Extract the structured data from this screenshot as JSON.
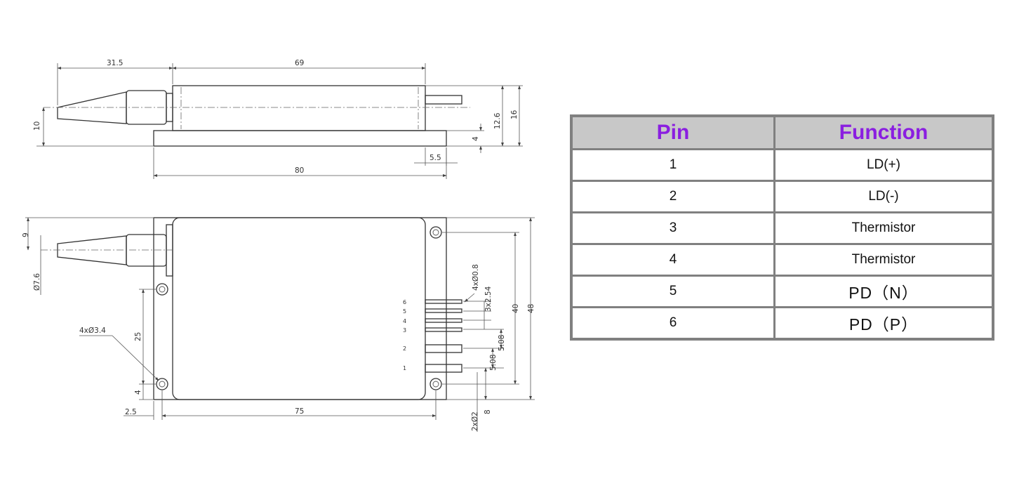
{
  "drawing": {
    "side_view": {
      "dimensions": {
        "fiber_length": "31.5",
        "body_length": "69",
        "base_length": "80",
        "fiber_height": "10",
        "pin_offset": "5.5",
        "base_thickness": "4",
        "body_height": "12.6",
        "total_height": "16"
      }
    },
    "top_view": {
      "dimensions": {
        "fiber_offset": "9",
        "fiber_diameter": "Ø7.6",
        "mount_holes": "4xØ3.4",
        "hole_spacing_v": "25",
        "hole_edge_v": "4",
        "hole_edge_h": "2.5",
        "hole_spacing_h": "75",
        "pin_diameter": "4xØ0.8",
        "pin_pitch": "3x2.54",
        "body_width": "40",
        "total_width": "48",
        "pin_gap_a": "5.08",
        "pin_gap_b": "5.08",
        "pin_hole_diameter": "2xØ2",
        "pin_edge": "8"
      },
      "pin_numbers": [
        "6",
        "5",
        "4",
        "3",
        "2",
        "1"
      ]
    }
  },
  "table": {
    "headers": [
      "Pin",
      "Function"
    ],
    "rows": [
      {
        "pin": "1",
        "function": "LD(+)"
      },
      {
        "pin": "2",
        "function": "LD(-)"
      },
      {
        "pin": "3",
        "function": "Thermistor"
      },
      {
        "pin": "4",
        "function": "Thermistor"
      },
      {
        "pin": "5",
        "function": "PD（N）"
      },
      {
        "pin": "6",
        "function": "PD（P）"
      }
    ]
  }
}
